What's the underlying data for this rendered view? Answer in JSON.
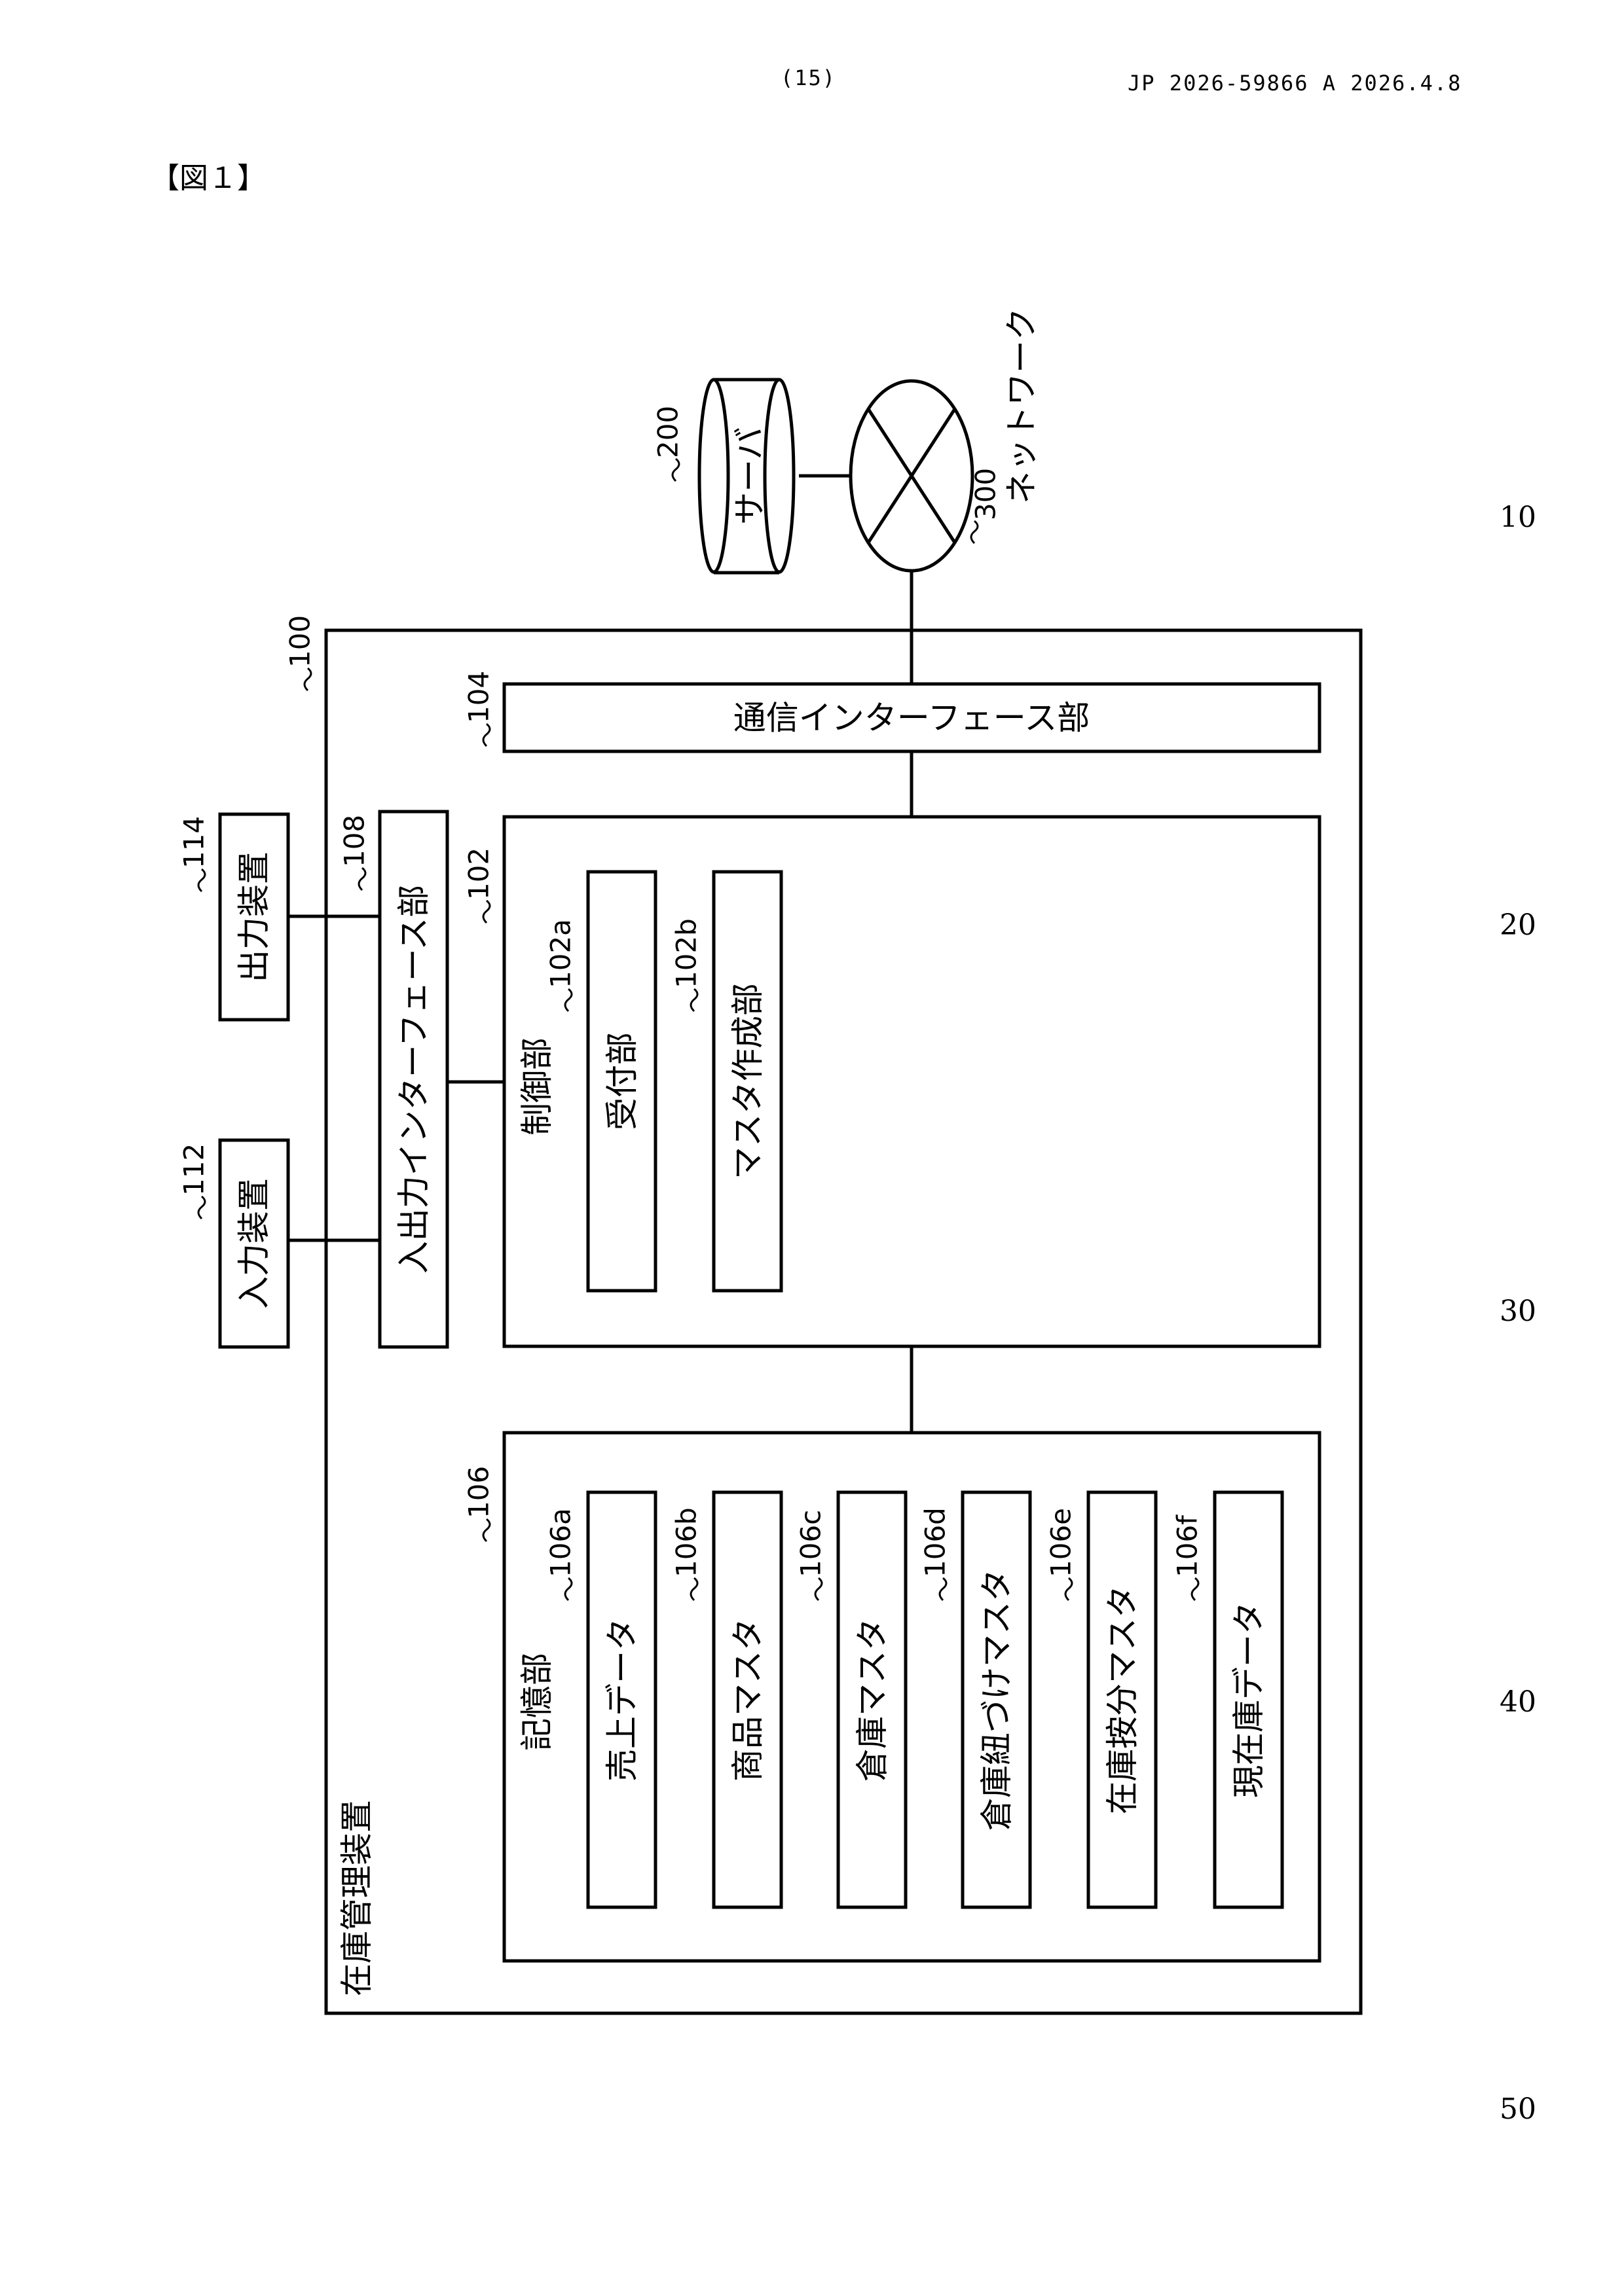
{
  "header": {
    "page_number": "(15)",
    "publication": "JP  2026-59866  A  2026.4.8"
  },
  "figure_label": "【図１】",
  "margin_line_numbers": [
    "10",
    "20",
    "30",
    "40",
    "50"
  ],
  "diagram": {
    "device": {
      "ref": "100",
      "label": "在庫管理装置"
    },
    "server": {
      "ref": "200",
      "label": "サーバ"
    },
    "network": {
      "ref": "300",
      "label": "ネットワーク"
    },
    "comm_if": {
      "ref": "104",
      "label": "通信インターフェース部"
    },
    "control": {
      "ref": "102",
      "label": "制御部",
      "units": [
        {
          "ref": "102a",
          "label": "受付部"
        },
        {
          "ref": "102b",
          "label": "マスタ作成部"
        }
      ]
    },
    "io_if": {
      "ref": "108",
      "label": "入出力インターフェース部"
    },
    "output_device": {
      "ref": "114",
      "label": "出力装置"
    },
    "input_device": {
      "ref": "112",
      "label": "入力装置"
    },
    "storage": {
      "ref": "106",
      "label": "記憶部",
      "units": [
        {
          "ref": "106a",
          "label": "売上データ"
        },
        {
          "ref": "106b",
          "label": "商品マスタ"
        },
        {
          "ref": "106c",
          "label": "倉庫マスタ"
        },
        {
          "ref": "106d",
          "label": "倉庫紐づけマスタ"
        },
        {
          "ref": "106e",
          "label": "在庫按分マスタ"
        },
        {
          "ref": "106f",
          "label": "現在庫データ"
        }
      ]
    }
  }
}
